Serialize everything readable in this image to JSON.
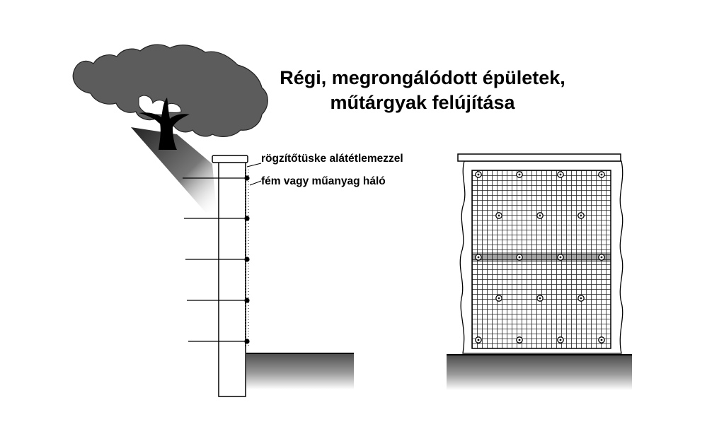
{
  "title": {
    "line1": "Régi, megrongálódott épületek,",
    "line2": "műtárgyak felújítása"
  },
  "labels": {
    "anchor": "rögzítőtüske alátétlemezzel",
    "mesh": "fém vagy műanyag háló"
  },
  "colors": {
    "ink": "#000000",
    "tree_foliage": "#5c5c5c",
    "ground": "#6e6e6e",
    "paper": "#ffffff"
  },
  "icons": [
    "tree-illustration",
    "wall-section",
    "mesh-panel"
  ]
}
